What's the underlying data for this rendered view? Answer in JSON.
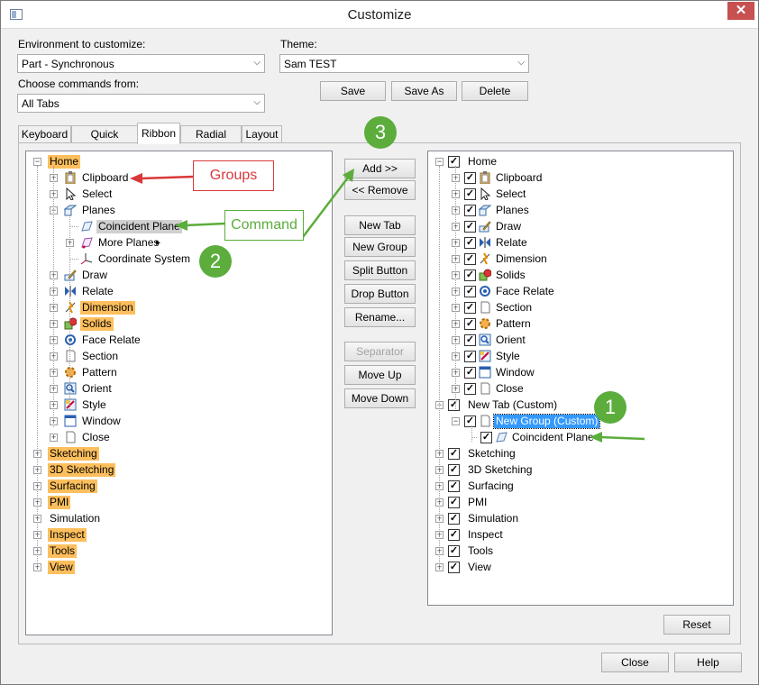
{
  "window": {
    "title": "Customize"
  },
  "environment": {
    "label": "Environment to customize:",
    "value": "Part - Synchronous"
  },
  "choose": {
    "label": "Choose commands from:",
    "value": "All Tabs"
  },
  "theme": {
    "label": "Theme:",
    "value": "Sam TEST"
  },
  "theme_buttons": {
    "save": "Save",
    "save_as": "Save As",
    "delete": "Delete"
  },
  "tabs": [
    "Keyboard",
    "Quick Access",
    "Ribbon",
    "Radial Menu",
    "Layout"
  ],
  "active_tab": "Ribbon",
  "left_tree": [
    {
      "label": "Home",
      "highlight": true,
      "icon": ""
    },
    {
      "label": "Clipboard",
      "icon": "clipboard-icon"
    },
    {
      "label": "Select",
      "icon": "cursor-icon"
    },
    {
      "label": "Planes",
      "icon": "planes-icon"
    },
    {
      "label": "Coincident Plane",
      "icon": "coincident-plane-icon",
      "selected": true
    },
    {
      "label": "More Planes",
      "icon": "more-planes-icon"
    },
    {
      "label": "Coordinate System",
      "icon": "coordinate-system-icon"
    },
    {
      "label": "Draw",
      "icon": "draw-icon"
    },
    {
      "label": "Relate",
      "icon": "relate-icon"
    },
    {
      "label": "Dimension",
      "highlight": true,
      "icon": "dimension-icon"
    },
    {
      "label": "Solids",
      "highlight": true,
      "icon": "solids-icon"
    },
    {
      "label": "Face Relate",
      "icon": "face-relate-icon"
    },
    {
      "label": "Section",
      "icon": "section-icon"
    },
    {
      "label": "Pattern",
      "icon": "pattern-icon"
    },
    {
      "label": "Orient",
      "icon": "orient-icon"
    },
    {
      "label": "Style",
      "icon": "style-icon"
    },
    {
      "label": "Window",
      "icon": "window-icon"
    },
    {
      "label": "Close",
      "icon": "close-doc-icon"
    },
    {
      "label": "Sketching",
      "highlight": true
    },
    {
      "label": "3D Sketching",
      "highlight": true
    },
    {
      "label": "Surfacing",
      "highlight": true
    },
    {
      "label": "PMI",
      "highlight": true
    },
    {
      "label": "Simulation"
    },
    {
      "label": "Inspect",
      "highlight": true
    },
    {
      "label": "Tools",
      "highlight": true
    },
    {
      "label": "View",
      "highlight": true
    }
  ],
  "middle_buttons": {
    "add": "Add >>",
    "remove": "<< Remove",
    "new_tab": "New Tab",
    "new_group": "New Group",
    "split_button": "Split Button",
    "drop_button": "Drop Button",
    "rename": "Rename...",
    "separator": "Separator",
    "move_up": "Move Up",
    "move_down": "Move Down"
  },
  "right_tree": [
    {
      "label": "Home"
    },
    {
      "label": "Clipboard",
      "icon": "clipboard-icon"
    },
    {
      "label": "Select",
      "icon": "cursor-icon"
    },
    {
      "label": "Planes",
      "icon": "planes-icon"
    },
    {
      "label": "Draw",
      "icon": "draw-icon"
    },
    {
      "label": "Relate",
      "icon": "relate-icon"
    },
    {
      "label": "Dimension",
      "icon": "dimension-icon"
    },
    {
      "label": "Solids",
      "icon": "solids-icon"
    },
    {
      "label": "Face Relate",
      "icon": "face-relate-icon"
    },
    {
      "label": "Section",
      "icon": "section-icon"
    },
    {
      "label": "Pattern",
      "icon": "pattern-icon"
    },
    {
      "label": "Orient",
      "icon": "orient-icon"
    },
    {
      "label": "Style",
      "icon": "style-icon"
    },
    {
      "label": "Window",
      "icon": "window-icon"
    },
    {
      "label": "Close",
      "icon": "close-doc-icon"
    },
    {
      "label": "New Tab (Custom)"
    },
    {
      "label": "New Group (Custom)",
      "icon": "group-icon",
      "selected": true
    },
    {
      "label": "Coincident Plane",
      "icon": "coincident-plane-icon"
    },
    {
      "label": "Sketching"
    },
    {
      "label": "3D Sketching"
    },
    {
      "label": "Surfacing"
    },
    {
      "label": "PMI"
    },
    {
      "label": "Simulation"
    },
    {
      "label": "Inspect"
    },
    {
      "label": "Tools"
    },
    {
      "label": "View"
    }
  ],
  "annotations": {
    "groups": "Groups",
    "command": "Command",
    "step1": "1",
    "step2": "2",
    "step3": "3"
  },
  "footer": {
    "reset": "Reset",
    "close": "Close",
    "help": "Help"
  },
  "colors": {
    "highlight": "#fdbf5d",
    "selection": "#3399ff",
    "callout_red": "#d9383a",
    "callout_green": "#5cad3c"
  }
}
